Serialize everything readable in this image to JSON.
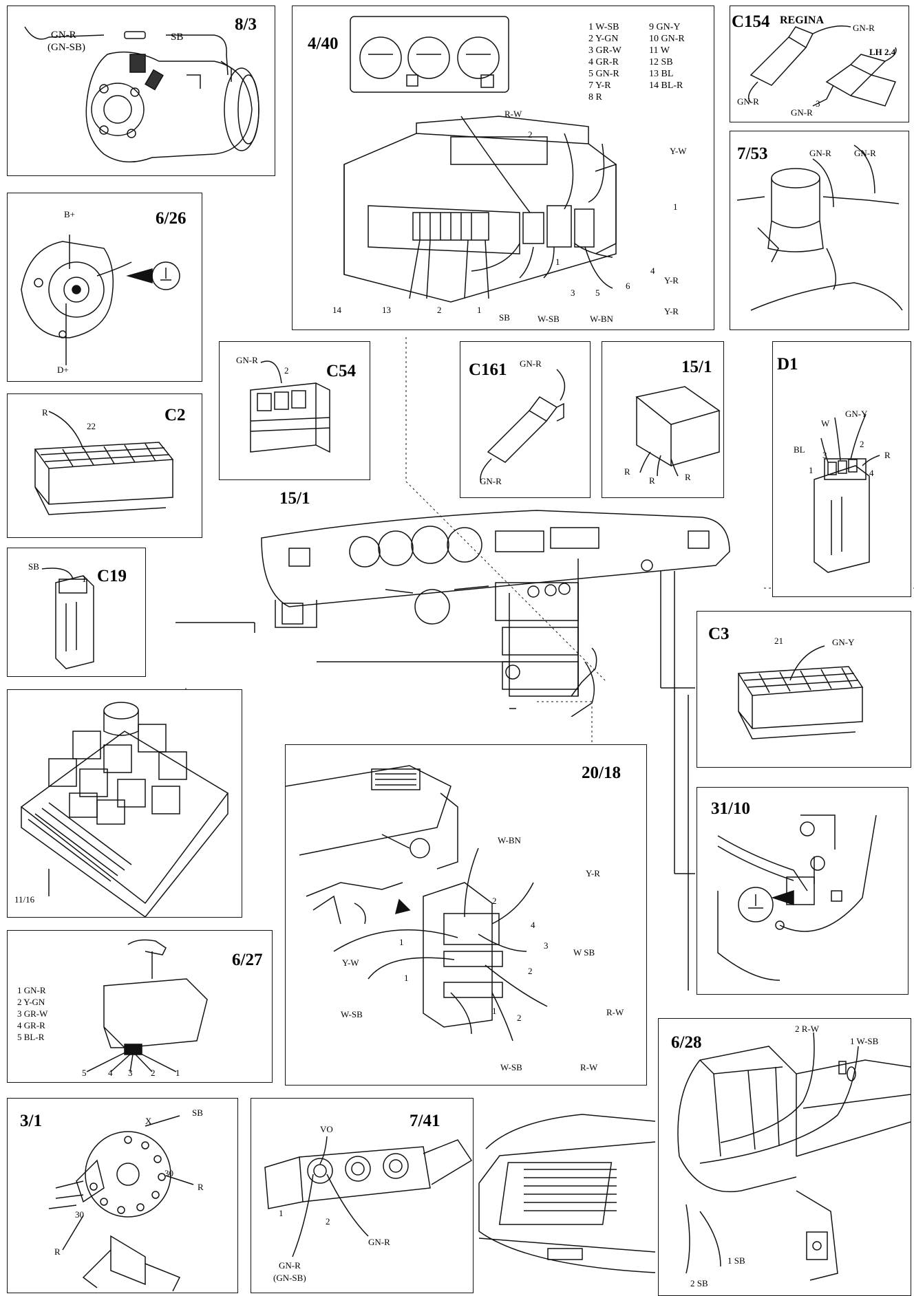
{
  "panels": {
    "p8_3": {
      "title": "8/3",
      "wire1": "GN-R",
      "wire1_alt": "(GN-SB)",
      "wire2": "SB"
    },
    "p4_40": {
      "title": "4/40",
      "legend": [
        {
          "n": "1",
          "c": "W-SB"
        },
        {
          "n": "2",
          "c": "Y-GN"
        },
        {
          "n": "3",
          "c": "GR-W"
        },
        {
          "n": "4",
          "c": "GR-R"
        },
        {
          "n": "5",
          "c": "GN-R"
        },
        {
          "n": "7",
          "c": "Y-R"
        },
        {
          "n": "8",
          "c": "R"
        },
        {
          "n": "9",
          "c": "GN-Y"
        },
        {
          "n": "10",
          "c": "GN-R"
        },
        {
          "n": "11",
          "c": "W"
        },
        {
          "n": "12",
          "c": "SB"
        },
        {
          "n": "13",
          "c": "BL"
        },
        {
          "n": "14",
          "c": "BL-R"
        }
      ],
      "labels": {
        "rw": "R-W",
        "yw": "Y-W",
        "n2": "2",
        "n1a": "1",
        "n1b": "1",
        "n4": "4",
        "n6": "6",
        "n3": "3",
        "n5": "5",
        "yr1": "Y-R",
        "yr2": "Y-R",
        "sb": "SB",
        "wsb": "W-SB",
        "wbn": "W-BN",
        "p14": "14",
        "p13": "13",
        "p2": "2",
        "p1": "1"
      }
    },
    "pC154": {
      "title": "C154",
      "subtitle": "REGINA",
      "gnr1": "GN-R",
      "gnr2": "GN-R",
      "gnr3": "GN-R",
      "lh": "LH 2.4",
      "n3": "3"
    },
    "p6_26": {
      "title": "6/26",
      "bplus": "B+",
      "dplus": "D+"
    },
    "p7_53": {
      "title": "7/53",
      "gnr1": "GN-R",
      "gnr2": "GN-R"
    },
    "pC54": {
      "title": "C54",
      "wire": "GN-R",
      "pin": "2"
    },
    "pC161": {
      "title": "C161",
      "wire1": "GN-R",
      "wire2": "GN-R"
    },
    "p15_1a": {
      "title": "15/1",
      "r1": "R",
      "r2": "R",
      "r3": "R"
    },
    "pD1": {
      "title": "D1",
      "w": "W",
      "gny": "GN-Y",
      "bl": "BL",
      "r": "R",
      "n1": "1",
      "n2": "2",
      "n3": "3",
      "n4": "4"
    },
    "pC2": {
      "title": "C2",
      "wire": "R",
      "pin": "22"
    },
    "pC19": {
      "title": "C19",
      "wire": "SB",
      "pin": "1"
    },
    "p15_1b": {
      "title": "15/1"
    },
    "pC3": {
      "title": "C3",
      "wire": "GN-Y",
      "pin": "21"
    },
    "p11_16": {
      "title": "11/16"
    },
    "p20_18": {
      "title": "20/18",
      "labels": {
        "wbn": "W-BN",
        "yr": "Y-R",
        "n2": "2",
        "n4": "4",
        "n1a": "1",
        "n3": "3",
        "wsb1": "W SB",
        "yw": "Y-W",
        "n1b": "1",
        "n2b": "2",
        "rw1": "R-W",
        "wsb2": "W-SB",
        "n1c": "1",
        "n2c": "2",
        "wsb3": "W-SB",
        "rw2": "R-W"
      }
    },
    "p31_10": {
      "title": "31/10"
    },
    "p6_27": {
      "title": "6/27",
      "legend": [
        "1 GN-R",
        "2 Y-GN",
        "3 GR-W",
        "4 GR-R",
        "5 BL-R"
      ],
      "pins": [
        "5",
        "4",
        "3",
        "2",
        "1"
      ]
    },
    "p6_28": {
      "title": "6/28",
      "rw": "2 R-W",
      "wsb": "1 W-SB",
      "sb1": "1 SB",
      "sb2": "2 SB"
    },
    "p3_1": {
      "title": "3/1",
      "sb": "SB",
      "x": "X",
      "n30a": "30",
      "r1": "R",
      "n30b": "30",
      "r2": "R"
    },
    "p7_41": {
      "title": "7/41",
      "vo": "VO",
      "n1": "1",
      "n2": "2",
      "gnr1": "GN-R",
      "gnr1_alt": "(GN-SB)",
      "gnr2": "GN-R"
    }
  }
}
